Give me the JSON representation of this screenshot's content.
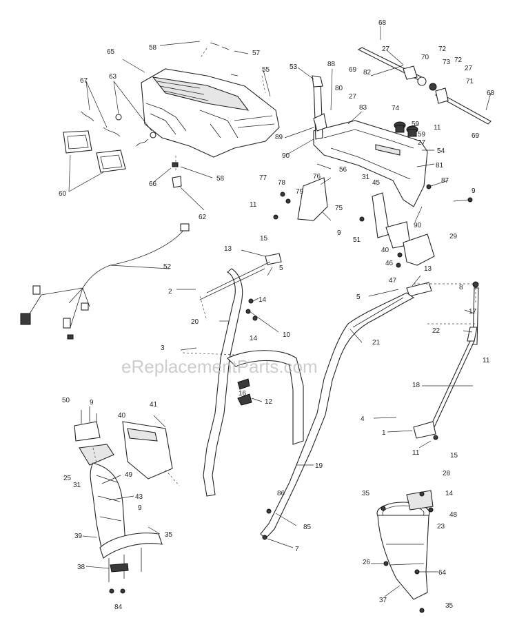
{
  "watermark": "eReplacementParts.com",
  "callouts": [
    "68",
    "58",
    "57",
    "27",
    "70",
    "72",
    "72",
    "65",
    "55",
    "73",
    "27",
    "53",
    "88",
    "69",
    "82",
    "71",
    "68",
    "63",
    "80",
    "27",
    "67",
    "83",
    "74",
    "59",
    "11",
    "69",
    "89",
    "59",
    "27",
    "90",
    "54",
    "56",
    "81",
    "60",
    "66",
    "58",
    "76",
    "77",
    "78",
    "31",
    "45",
    "87",
    "9",
    "79",
    "62",
    "11",
    "75",
    "15",
    "9",
    "90",
    "51",
    "40",
    "29",
    "46",
    "13",
    "5",
    "47",
    "52",
    "13",
    "2",
    "5",
    "14",
    "8",
    "17",
    "10",
    "20",
    "14",
    "22",
    "21",
    "3",
    "11",
    "16",
    "12",
    "18",
    "50",
    "9",
    "41",
    "40",
    "4",
    "1",
    "15",
    "11",
    "19",
    "25",
    "49",
    "31",
    "43",
    "86",
    "9",
    "85",
    "39",
    "35",
    "7",
    "38",
    "84",
    "28",
    "35",
    "14",
    "48",
    "23",
    "26",
    "64",
    "37",
    "35"
  ]
}
